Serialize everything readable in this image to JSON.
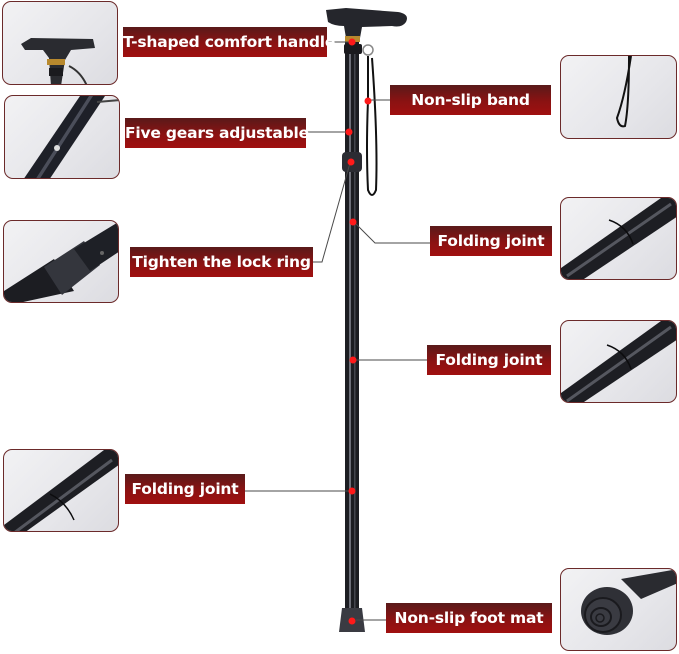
{
  "product": {
    "name": "Folding walking cane",
    "accent_color": "#8b1212",
    "shaft_color": "#1c1d22"
  },
  "callouts": [
    {
      "id": "handle",
      "label": "T-shaped comfort handle",
      "side": "left",
      "thumb": "handle-closeup"
    },
    {
      "id": "gears",
      "label": "Five gears adjustable",
      "side": "left",
      "thumb": "adjust-button-closeup"
    },
    {
      "id": "lockring",
      "label": "Tighten the lock ring",
      "side": "left",
      "thumb": "lock-ring-closeup"
    },
    {
      "id": "band",
      "label": "Non-slip band",
      "side": "right",
      "thumb": "wrist-strap-closeup"
    },
    {
      "id": "joint1",
      "label": "Folding joint",
      "side": "right",
      "thumb": "folding-joint-closeup"
    },
    {
      "id": "joint2",
      "label": "Folding joint",
      "side": "right",
      "thumb": "folding-joint-closeup"
    },
    {
      "id": "joint3",
      "label": "Folding joint",
      "side": "left",
      "thumb": "folding-joint-closeup"
    },
    {
      "id": "foot",
      "label": "Non-slip foot mat",
      "side": "right",
      "thumb": "rubber-tip-closeup"
    }
  ]
}
